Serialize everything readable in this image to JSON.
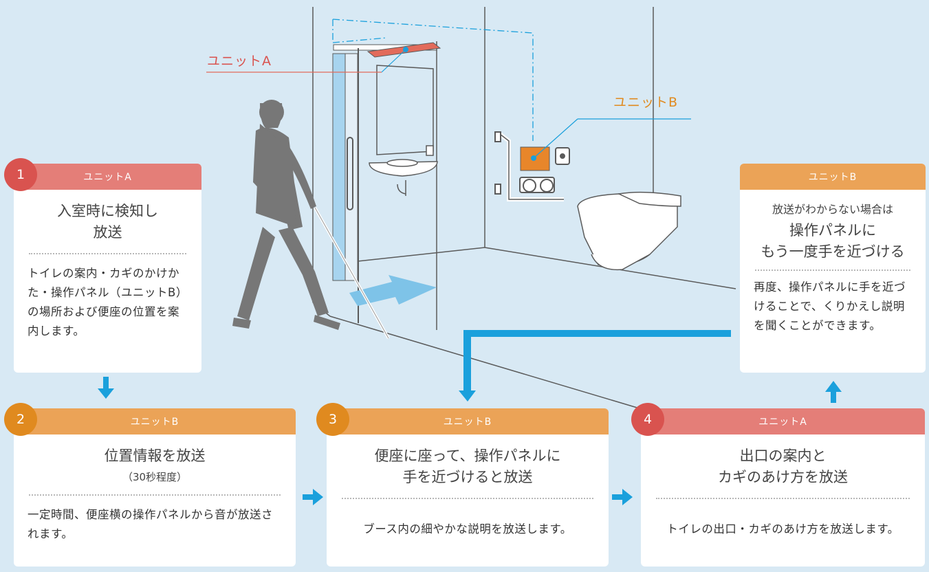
{
  "scene": {
    "callout_unit_a": "ユニットA",
    "callout_unit_b": "ユニットB"
  },
  "steps": [
    {
      "number": "1",
      "unit": "ユニットA",
      "title_line1": "入室時に検知し",
      "title_line2": "放送",
      "body": "トイレの案内・カギのかけかた・操作パネル（ユニットB）の場所および便座の位置を案内します。"
    },
    {
      "number": "2",
      "unit": "ユニットB",
      "title_line1": "位置情報を放送",
      "title_sub": "（30秒程度）",
      "body": "一定時間、便座横の操作パネルから音が放送されます。"
    },
    {
      "number": "3",
      "unit": "ユニットB",
      "title_line1": "便座に座って、操作パネルに",
      "title_line2": "手を近づけると放送",
      "body": "ブース内の細やかな説明を放送します。"
    },
    {
      "number": "4",
      "unit": "ユニットA",
      "title_line1": "出口の案内と",
      "title_line2": "カギのあけ方を放送",
      "body": "トイレの出口・カギのあけ方を放送します。"
    },
    {
      "unit": "ユニットB",
      "title_line0": "放送がわからない場合は",
      "title_line1": "操作パネルに",
      "title_line2": "もう一度手を近づける",
      "body": "再度、操作パネルに手を近づけることで、くりかえし説明を聞くことができます。"
    }
  ],
  "colors": {
    "background": "#d8e9f4",
    "unit_a_header": "#e47e78",
    "unit_b_header": "#eba357",
    "unit_a_badge": "#d9534f",
    "unit_b_badge": "#e08a1f",
    "arrow": "#1aa0dc",
    "unit_a_text": "#d9534f",
    "unit_b_text": "#e08a1f"
  }
}
